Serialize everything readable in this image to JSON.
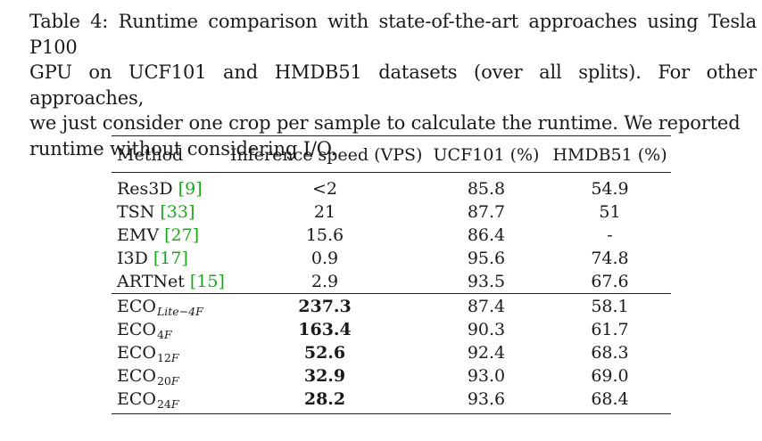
{
  "caption": {
    "lines": [
      "Table 4: Runtime comparison with state-of-the-art approaches using Tesla P100",
      "GPU on UCF101 and HMDB51 datasets (over all splits). For other approaches,",
      "we just consider one crop per sample to calculate the runtime. We reported",
      "runtime without considering I/O."
    ]
  },
  "table": {
    "headers": [
      "Method",
      "Inference speed (VPS)",
      "UCF101 (%)",
      "HMDB51 (%)"
    ],
    "baselines": [
      {
        "method": "Res3D",
        "ref_open": "[",
        "ref_num": "9",
        "ref_close": "]",
        "speed": "<2",
        "ucf": "85.8",
        "hmdb": "54.9"
      },
      {
        "method": "TSN",
        "ref_open": "[",
        "ref_num": "33",
        "ref_close": "]",
        "speed": "21",
        "ucf": "87.7",
        "hmdb": "51"
      },
      {
        "method": "EMV",
        "ref_open": "[",
        "ref_num": "27",
        "ref_close": "]",
        "speed": "15.6",
        "ucf": "86.4",
        "hmdb": "-"
      },
      {
        "method": "I3D",
        "ref_open": "[",
        "ref_num": "17",
        "ref_close": "]",
        "speed": "0.9",
        "ucf": "95.6",
        "hmdb": "74.8"
      },
      {
        "method": "ARTNet",
        "ref_open": "[",
        "ref_num": "15",
        "ref_close": "]",
        "speed": "2.9",
        "ucf": "93.5",
        "hmdb": "67.6"
      }
    ],
    "eco": [
      {
        "method": "ECO",
        "sub_pre": "",
        "sub": "Lite−4F",
        "speed": "237.3",
        "ucf": "87.4",
        "hmdb": "58.1"
      },
      {
        "method": "ECO",
        "sub_pre": "4",
        "sub": "F",
        "speed": "163.4",
        "ucf": "90.3",
        "hmdb": "61.7"
      },
      {
        "method": "ECO",
        "sub_pre": "12",
        "sub": "F",
        "speed": "52.6",
        "ucf": "92.4",
        "hmdb": "68.3"
      },
      {
        "method": "ECO",
        "sub_pre": "20",
        "sub": "F",
        "speed": "32.9",
        "ucf": "93.0",
        "hmdb": "69.0"
      },
      {
        "method": "ECO",
        "sub_pre": "24",
        "sub": "F",
        "speed": "28.2",
        "ucf": "93.6",
        "hmdb": "68.4"
      }
    ]
  }
}
